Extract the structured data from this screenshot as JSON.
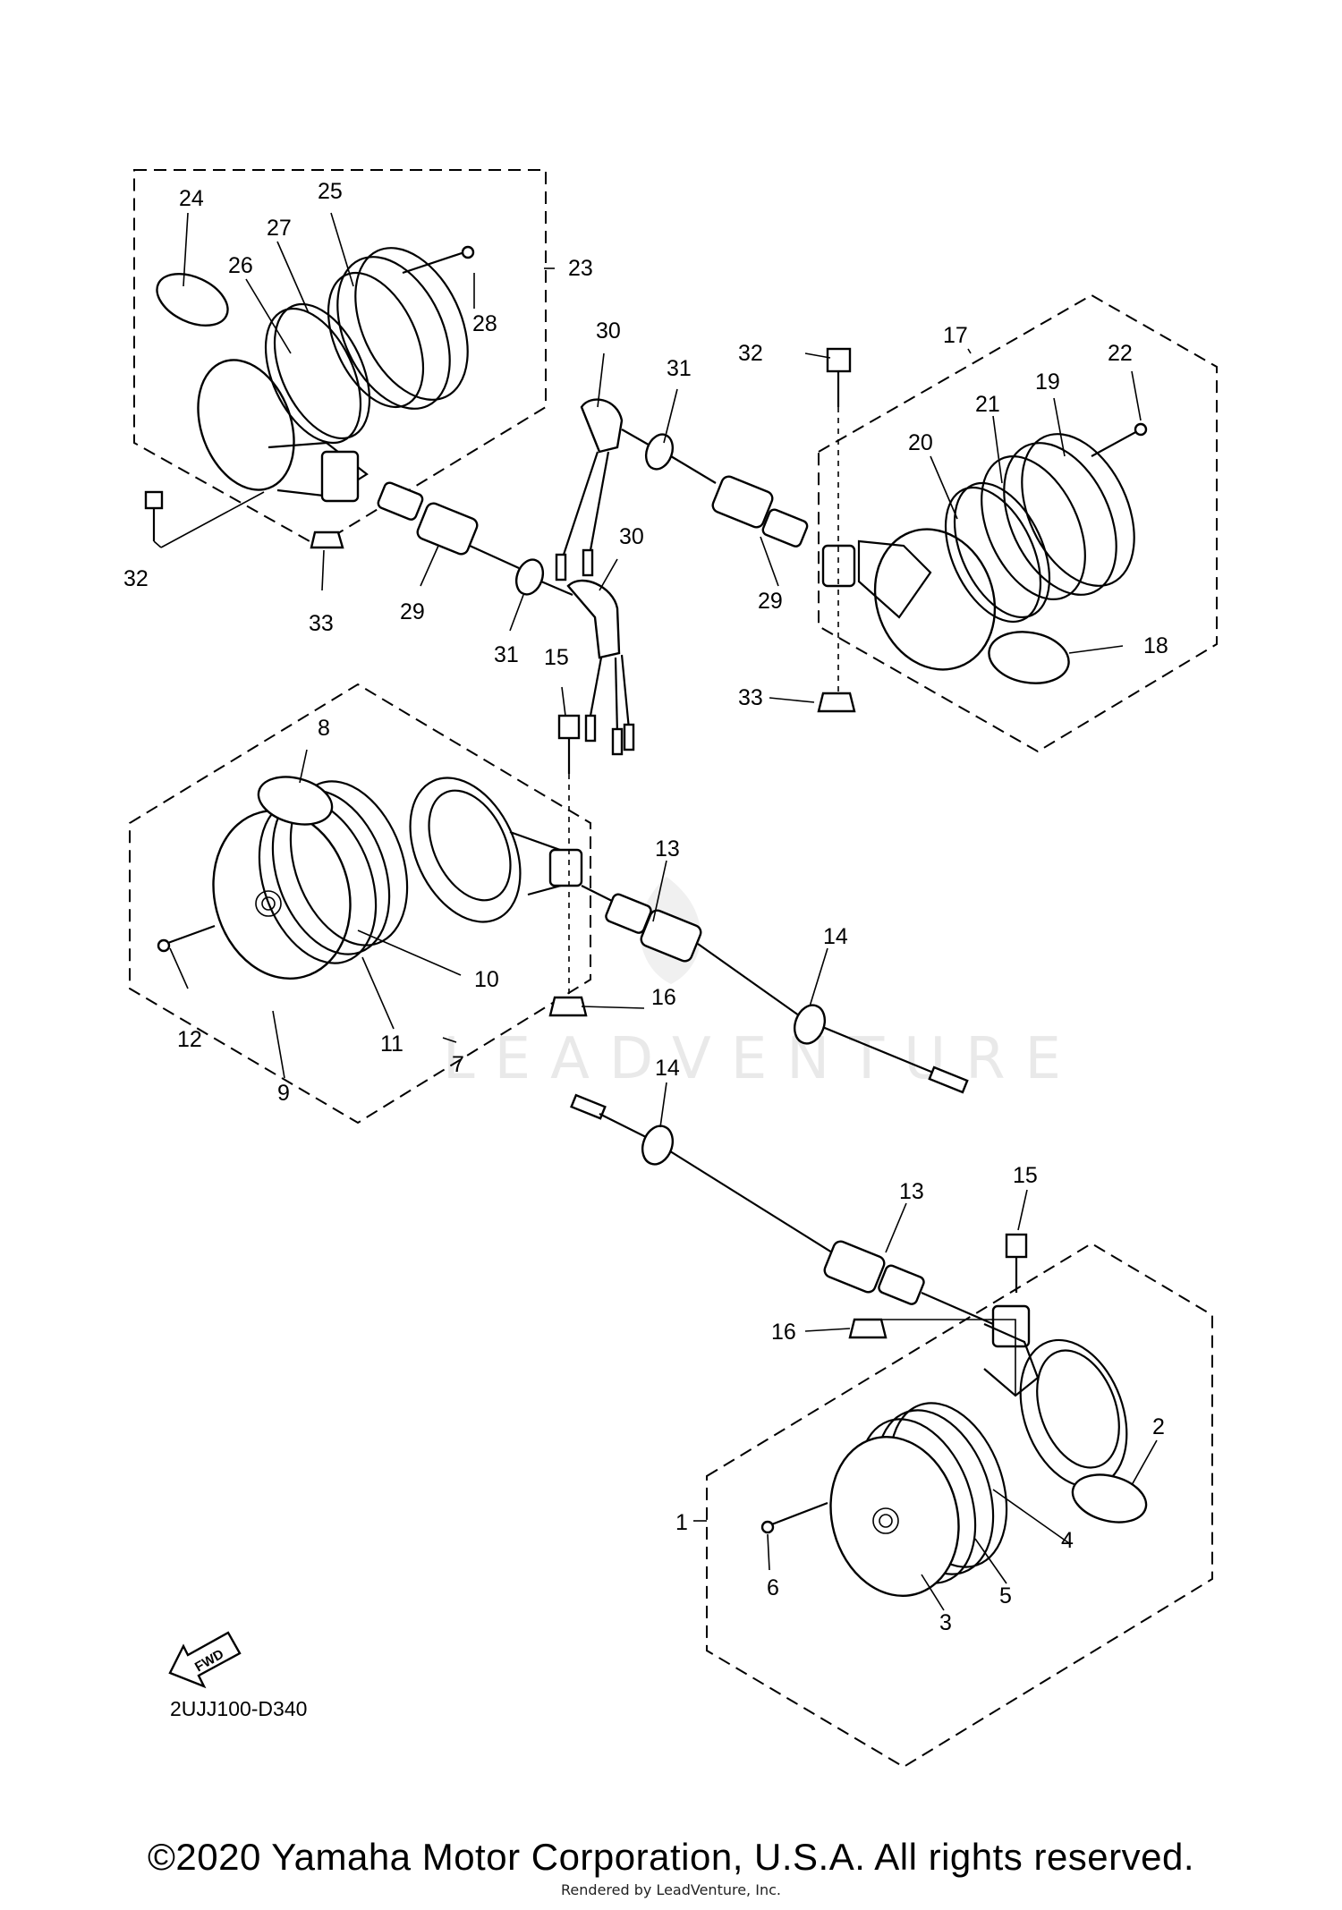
{
  "diagram_code": "2UJJ100-D340",
  "copyright": "©2020 Yamaha Motor Corporation, U.S.A. All rights reserved.",
  "rendered_by": "Rendered by LeadVenture, Inc.",
  "watermark": "LEADVENTURE",
  "fwd_label": "FWD",
  "callouts": [
    "24",
    "25",
    "27",
    "26",
    "23",
    "28",
    "30",
    "31",
    "32",
    "17",
    "22",
    "19",
    "21",
    "20",
    "32",
    "33",
    "29",
    "31",
    "30",
    "29",
    "18",
    "15",
    "33",
    "8",
    "13",
    "14",
    "10",
    "16",
    "12",
    "11",
    "7",
    "9",
    "14",
    "13",
    "15",
    "16",
    "2",
    "1",
    "4",
    "6",
    "5",
    "3"
  ]
}
